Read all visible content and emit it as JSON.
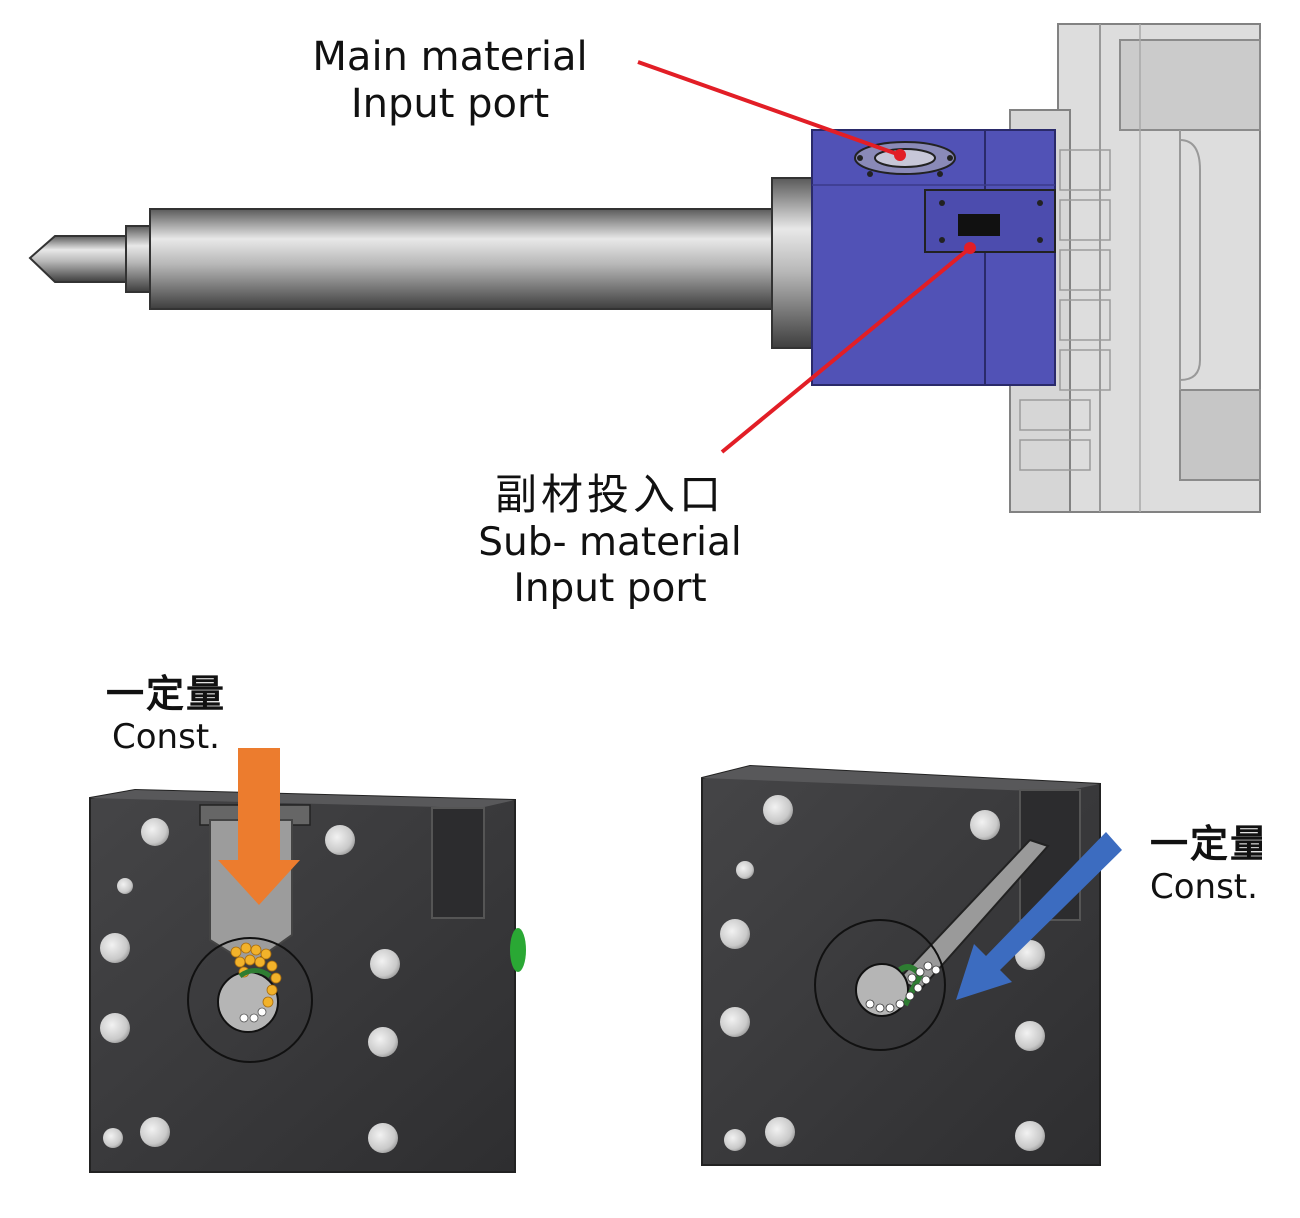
{
  "labels": {
    "main_line1": "Main material",
    "main_line2": "Input port",
    "sub_jp": "副材投入口",
    "sub_line1": "Sub- material",
    "sub_line2": "Input port",
    "left_jp": "一定量",
    "left_en": "Const.",
    "right_jp": "一定量",
    "right_en": "Const."
  },
  "colors": {
    "pointer_line": "#e21e26",
    "barrel_block": "#5152b6",
    "metal_block": "#3b3b3d",
    "orange_arrow": "#ec7c2e",
    "blue_arrow": "#3c6cc0",
    "main_pellets": "#f2b22a",
    "sub_pellets": "#ffffff"
  }
}
